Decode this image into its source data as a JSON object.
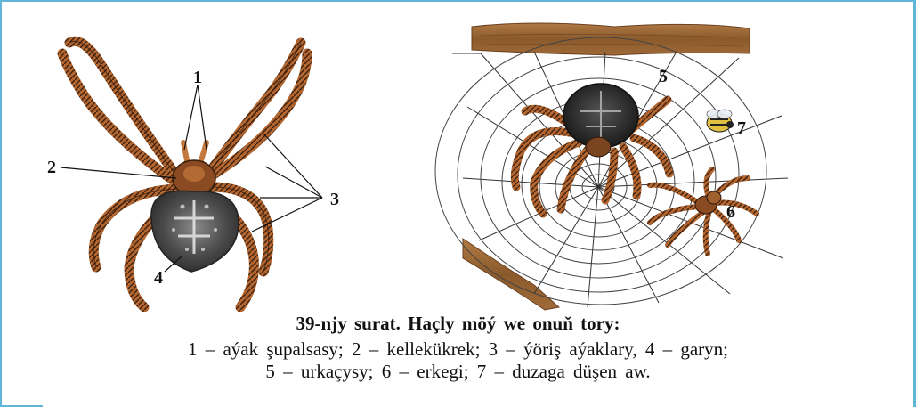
{
  "figure": {
    "title": "39-njy surat. Haçly möý we onuň tory:",
    "legend_line_1": "1 – aýak şupalsasy; 2 – kellekükrek; 3 – ýöriş aýaklary, 4 – garyn;",
    "legend_line_2": "5 – urkaçysy; 6 – erkegi; 7 – duzaga düşen aw.",
    "labels": {
      "l1": "1",
      "l2": "2",
      "l3": "3",
      "l4": "4",
      "l5": "5",
      "l6": "6",
      "l7": "7"
    }
  },
  "colors": {
    "frame_accent": "#5fb6d9",
    "spider_leg": "#a0522d",
    "spider_body": "#3a3a3a",
    "wood": "#8b5a2b"
  }
}
